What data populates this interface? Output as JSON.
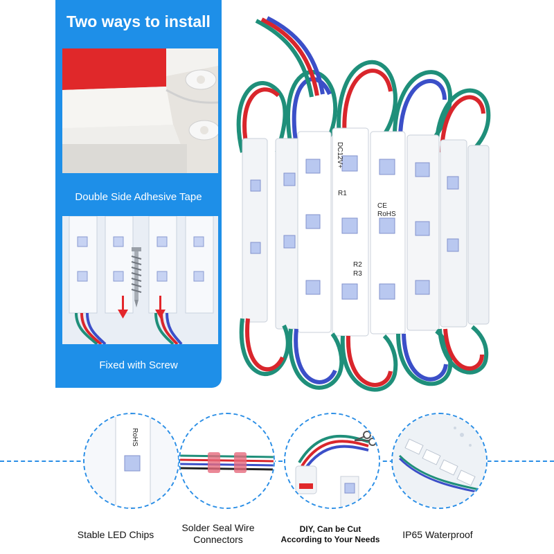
{
  "panel": {
    "title": "Two ways to install",
    "method1_label": "Double Side Adhesive Tape",
    "method2_label": "Fixed with Screw"
  },
  "module_print": {
    "voltage": "DC12V+",
    "r1": "R1",
    "r2": "R2",
    "r3": "R3",
    "ce": "CE",
    "rohs": "RoHS"
  },
  "features": [
    {
      "label": "Stable LED Chips"
    },
    {
      "label_line1": "Solder Seal Wire",
      "label_line2": "Connectors"
    },
    {
      "label_line1": "DIY, Can be Cut",
      "label_line2": "According to Your Needs"
    },
    {
      "label": "IP65 Waterproof"
    }
  ],
  "colors": {
    "panel_blue": "#1e8fe8",
    "dashed_blue": "#2a8ee6",
    "wire_green": "#1f8f7a",
    "wire_red": "#d9262c",
    "wire_blue": "#3b4fc8",
    "module_white": "#f2f4f7",
    "tape_red": "#e0282a"
  },
  "icons": [
    "screw-icon",
    "scissors-icon",
    "arrow-down-icon"
  ]
}
